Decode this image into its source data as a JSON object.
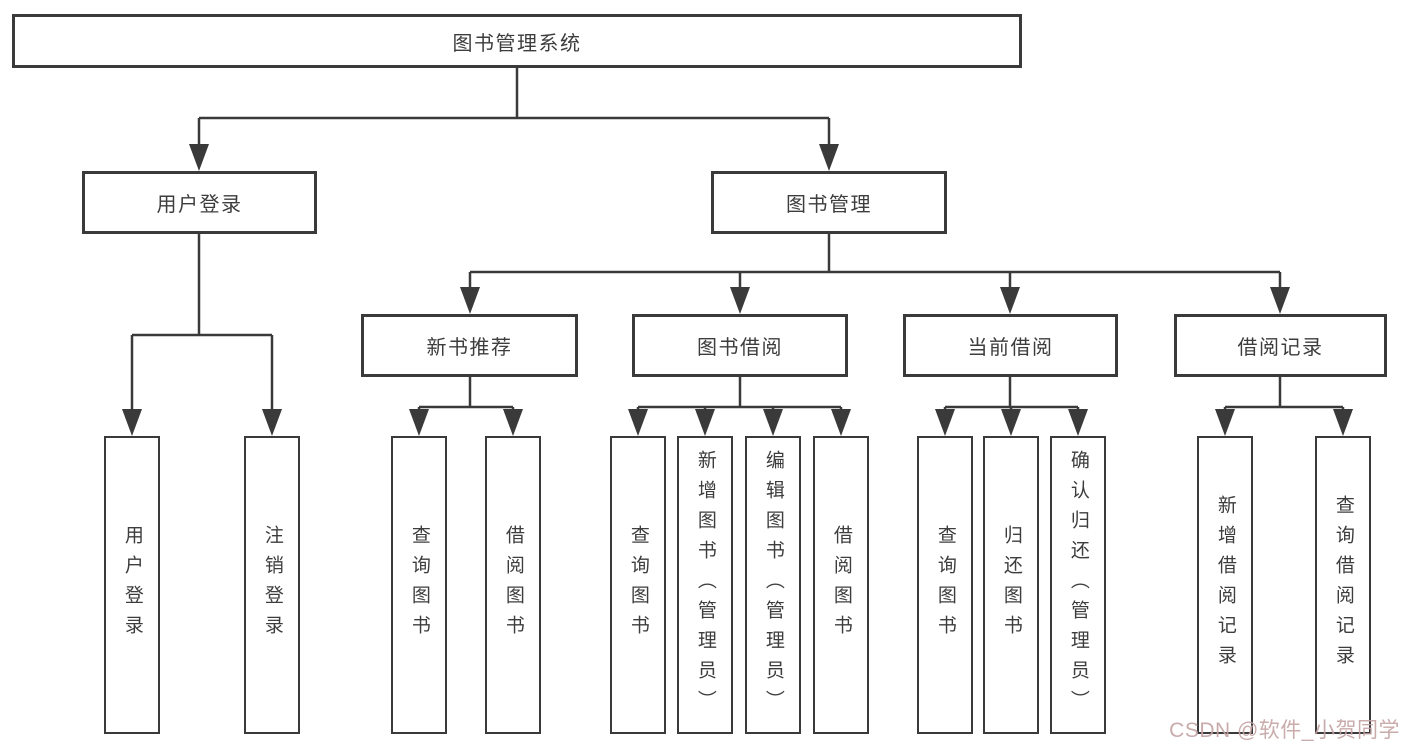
{
  "colors": {
    "line": "#3a3a3a",
    "box_border": "#3a3a3a",
    "text": "#3d3d3d",
    "background": "#ffffff",
    "watermark": "#c4a3a3"
  },
  "tree": {
    "root": "图书管理系统",
    "level2": [
      "用户登录",
      "图书管理"
    ],
    "level3": [
      "新书推荐",
      "图书借阅",
      "当前借阅",
      "借阅记录"
    ],
    "leaves": {
      "user_login": [
        "用户登录",
        "注销登录"
      ],
      "new_book": [
        "查询图书",
        "借阅图书"
      ],
      "book_borrow": [
        "查询图书",
        "新增图书（管理员）",
        "编辑图书（管理员）",
        "借阅图书"
      ],
      "current_borrow": [
        "查询图书",
        "归还图书",
        "确认归还（管理员）"
      ],
      "borrow_record": [
        "新增借阅记录",
        "查询借阅记录"
      ]
    }
  },
  "watermark": "CSDN @软件_小贺同学"
}
